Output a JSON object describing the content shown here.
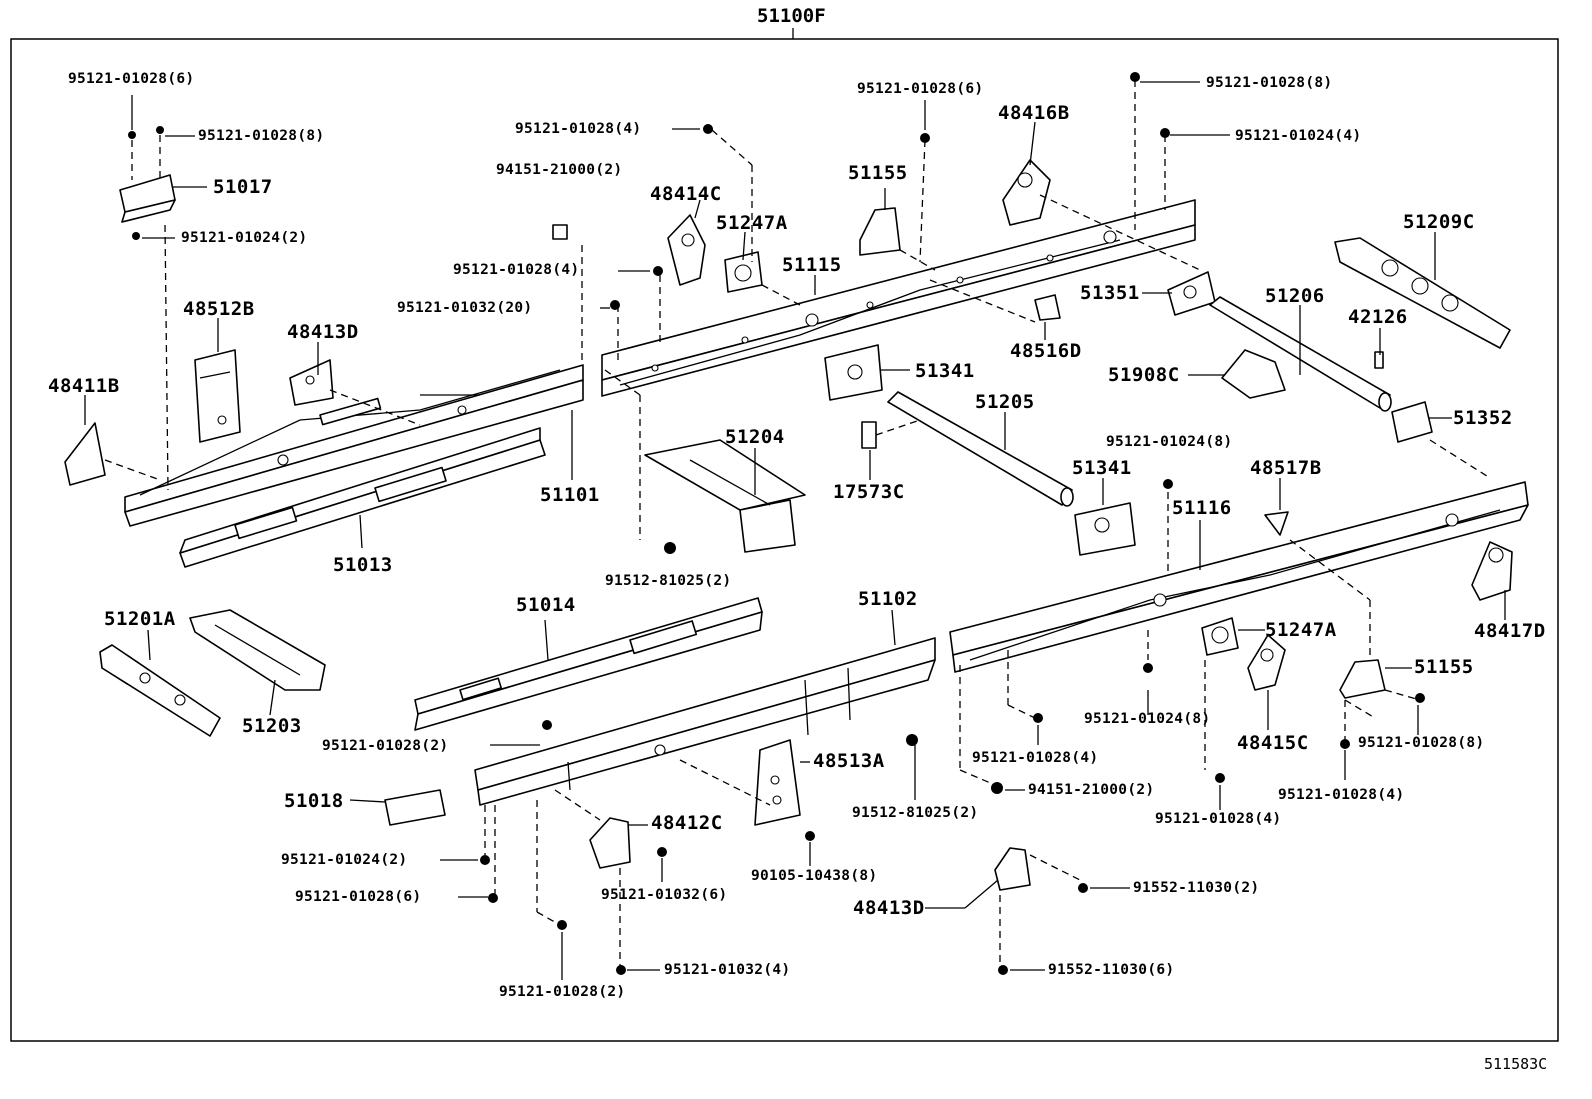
{
  "diagram": {
    "title": "51100F",
    "code": "511583C",
    "labels": [
      {
        "text": "51017"
      },
      {
        "text": "48512B"
      },
      {
        "text": "48413D"
      },
      {
        "text": "48411B"
      },
      {
        "text": "51101"
      },
      {
        "text": "51013"
      },
      {
        "text": "48414C"
      },
      {
        "text": "51247A"
      },
      {
        "text": "51115"
      },
      {
        "text": "51155"
      },
      {
        "text": "48416B"
      },
      {
        "text": "51351"
      },
      {
        "text": "51206"
      },
      {
        "text": "48516D"
      },
      {
        "text": "51209C"
      },
      {
        "text": "42126"
      },
      {
        "text": "51908C"
      },
      {
        "text": "51341"
      },
      {
        "text": "51205"
      },
      {
        "text": "17573C"
      },
      {
        "text": "51204"
      },
      {
        "text": "51352"
      },
      {
        "text": "51341"
      },
      {
        "text": "48517B"
      },
      {
        "text": "51116"
      },
      {
        "text": "48417D"
      },
      {
        "text": "51201A"
      },
      {
        "text": "51203"
      },
      {
        "text": "51014"
      },
      {
        "text": "51102"
      },
      {
        "text": "51247A"
      },
      {
        "text": "51155"
      },
      {
        "text": "48415C"
      },
      {
        "text": "48513A"
      },
      {
        "text": "51018"
      },
      {
        "text": "48412C"
      },
      {
        "text": "48413D"
      },
      {
        "text": "95121-01028(6)"
      },
      {
        "text": "95121-01028(8)"
      },
      {
        "text": "95121-01024(2)"
      },
      {
        "text": "95121-01028(4)"
      },
      {
        "text": "94151-21000(2)"
      },
      {
        "text": "95121-01028(4)"
      },
      {
        "text": "95121-01032(20)"
      },
      {
        "text": "95121-01028(6)"
      },
      {
        "text": "95121-01028(8)"
      },
      {
        "text": "95121-01024(4)"
      },
      {
        "text": "91512-81025(2)"
      },
      {
        "text": "95121-01024(8)"
      },
      {
        "text": "95121-01028(2)"
      },
      {
        "text": "95121-01024(8)"
      },
      {
        "text": "95121-01028(4)"
      },
      {
        "text": "95121-01028(8)"
      },
      {
        "text": "94151-21000(2)"
      },
      {
        "text": "91512-81025(2)"
      },
      {
        "text": "95121-01028(4)"
      },
      {
        "text": "95121-01028(4)"
      },
      {
        "text": "95121-01024(2)"
      },
      {
        "text": "95121-01028(6)"
      },
      {
        "text": "95121-01032(6)"
      },
      {
        "text": "90105-10438(8)"
      },
      {
        "text": "91552-11030(2)"
      },
      {
        "text": "95121-01032(4)"
      },
      {
        "text": "95121-01028(2)"
      },
      {
        "text": "91552-11030(6)"
      }
    ]
  }
}
